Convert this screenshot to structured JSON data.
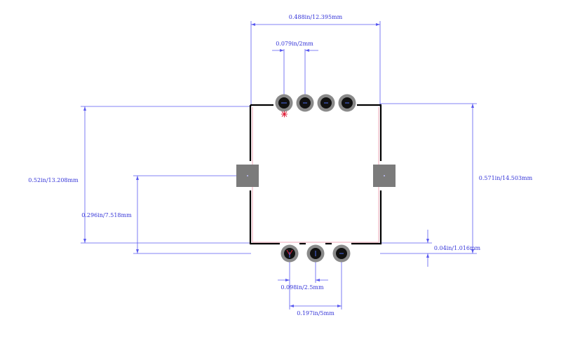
{
  "dimensions": {
    "overall_width": "0.488in/12.395mm",
    "top_pitch": "0.079in/2mm",
    "body_height": "0.52in/13.208mm",
    "side_pad_offset": "0.296in/7.518mm",
    "overall_height": "0.571in/14.503mm",
    "bottom_offset": "0.04in/1.016mm",
    "bottom_pitch": "0.098in/2.5mm",
    "bottom_span": "0.197in/5mm"
  },
  "colors": {
    "dimension": "#5a5af0",
    "outline": "#000000",
    "pad_ring": "#8a8a8a",
    "pad_core": "#111111",
    "side_pad": "#7b7b7b",
    "marker": "#e0203a"
  }
}
